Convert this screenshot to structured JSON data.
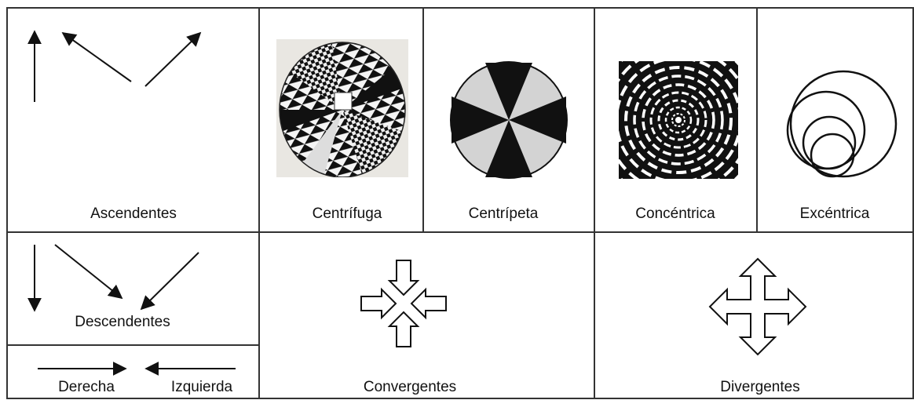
{
  "labels": {
    "ascendentes": "Ascendentes",
    "centrifuga": "Centrífuga",
    "centripeta": "Centrípeta",
    "concentrica": "Concéntrica",
    "excentrica": "Excéntrica",
    "descendentes": "Descendentes",
    "derecha": "Derecha",
    "izquierda": "Izquierda",
    "convergentes": "Convergentes",
    "divergentes": "Divergentes"
  },
  "colors": {
    "line": "#111111",
    "fill_gray": "#d3d3d3",
    "background": "#ffffff"
  },
  "icons": [
    "arrow-icon",
    "centrifugal-spiral-image",
    "centripetal-circle-icon",
    "concentric-pattern-image",
    "eccentric-circles-icon",
    "convergent-arrows-icon",
    "divergent-arrows-icon"
  ]
}
